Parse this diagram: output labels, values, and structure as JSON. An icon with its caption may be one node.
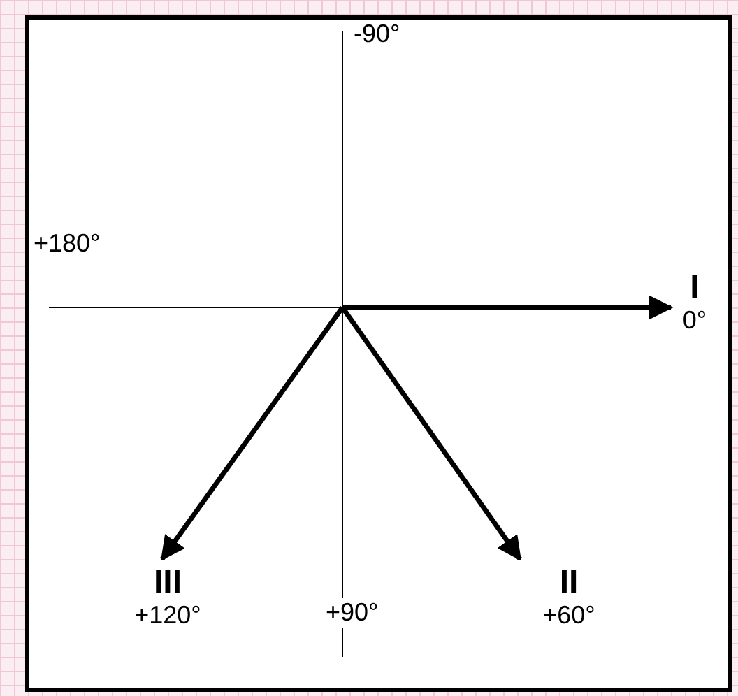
{
  "diagram": {
    "nodes": [
      {
        "text": [
          "I",
          "0°"
        ]
      },
      {
        "text": [
          "II",
          "+60°"
        ]
      },
      {
        "text": [
          "III",
          "+120°"
        ]
      }
    ],
    "edges": [
      {
        "from": null,
        "to": 0,
        "arrow": "to"
      },
      {
        "from": null,
        "to": 1,
        "arrow": "to"
      },
      {
        "from": null,
        "to": 2,
        "arrow": "to"
      }
    ],
    "labels": [
      "-90°",
      "+180°",
      "+90°"
    ]
  }
}
